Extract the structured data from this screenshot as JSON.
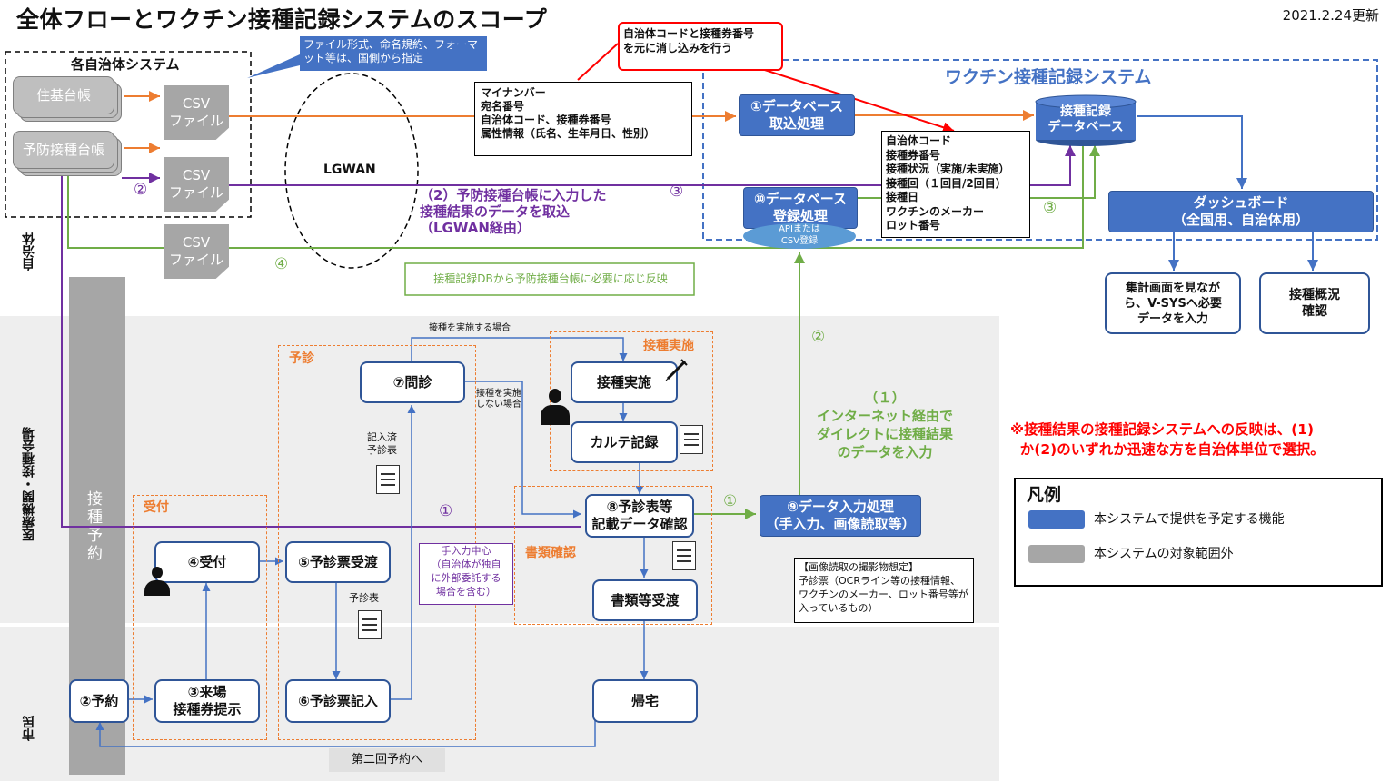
{
  "header": {
    "title": "全体フローとワクチン接種記録システムのスコープ",
    "updated": "2021.2.24更新"
  },
  "lanes": {
    "municipality": "自治体",
    "clinic": "医療機関・接種会場",
    "citizen": "市民"
  },
  "municipality_systems": {
    "title": "各自治体システム",
    "juki": "住基台帳",
    "yobo": "予防接種台帳",
    "csv1": "CSV\nファイル",
    "csv2": "CSV\nファイル",
    "csv3": "CSV\nファイル",
    "callout": "ファイル形式、命名規約、フォーマット等は、国側から指定"
  },
  "lgwan": "LGWAN",
  "red_callout": "自治体コードと接種券番号\nを元に消し込みを行う",
  "import_fields": [
    "マイナンバー",
    "宛名番号",
    "自治体コード、接種券番号",
    "属性情報（氏名、生年月日、性別）"
  ],
  "record_fields": [
    "自治体コード",
    "接種券番号",
    "接種状況（実施/未実施）",
    "接種回（１回目/2回目）",
    "接種日",
    "ワクチンのメーカー",
    "ロット番号"
  ],
  "system": {
    "title": "ワクチン接種記録システム",
    "db_import": "①データベース\n取込処理",
    "db": "接種記録\nデータベース",
    "db_register": "⑩データベース\n登録処理",
    "api_csv": "APIまたは\nCSV登録",
    "dashboard": "ダッシュボード\n（全国用、自治体用）",
    "summary_input": "集計画面を見なが\nら、V-SYSへ必要\nデータを入力",
    "status_check": "接種概況\n確認"
  },
  "labels": {
    "n2": "②",
    "n3a": "③",
    "n3b": "③",
    "n4": "④",
    "n2b": "②",
    "n1a": "①",
    "n1b": "①",
    "purple_note": "（2）予防接種台帳に入力した\n接種結果のデータを取込\n（LGWAN経由）",
    "green_note": "接種記録DBから予防接種台帳に必要に応じ反映",
    "internet": "（１）\nインターネット経由で\nダイレクトに接種結果\nのデータを入力",
    "selection": "※接種結果の接種記録システムへの反映は、(1)\n  か(2)のいずれか迅速な方を自治体単位で選択。",
    "manual_note": "手入力中心\n（自治体が独自\nに外部委託する\n場合を含む）",
    "second": "第二回予約へ",
    "when_vaccinate": "接種を実施する場合",
    "when_not": "接種を実施\nしない場合",
    "filled_form": "記入済\n予診表",
    "form": "予診表"
  },
  "flow": {
    "reserve_vertical": "接種予約",
    "yoshin": "予診",
    "uketsuke_area": "受付",
    "sesshu_area": "接種実施",
    "shorui_area": "書類確認",
    "monshin": "⑦問診",
    "sesshu": "接種実施",
    "karte": "カルテ記録",
    "confirm": "⑧予診表等\n記載データ確認",
    "data_input": "⑨データ入力処理\n（手入力、画像読取等）",
    "uketsuke": "④受付",
    "yoshin_hand": "⑤予診票受渡",
    "shorui_hand": "書類等受渡",
    "yoyaku": "②予約",
    "raijo": "③来場\n接種券提示",
    "yoshin_fill": "⑥予診票記入",
    "kitaku": "帰宅"
  },
  "image_note": "【画像読取の撮影物想定】\n予診票（OCRライン等の接種情報、ワクチンのメーカー、ロット番号等が入っているもの）",
  "legend": {
    "title": "凡例",
    "blue": "本システムで提供を予定する機能",
    "gray": "本システムの対象範囲外"
  },
  "colors": {
    "orange": "#ed7d31",
    "purple": "#7030a0",
    "green": "#70ad47",
    "blue": "#4472c4",
    "red": "#ff0000"
  }
}
